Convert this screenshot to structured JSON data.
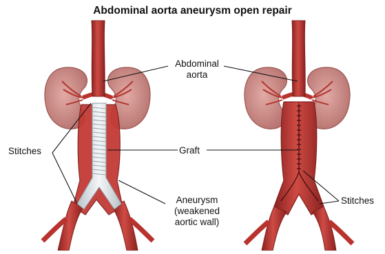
{
  "title": "Abdominal aorta aneurysm open repair",
  "labels": {
    "abdominal_aorta_line1": "Abdominal",
    "abdominal_aorta_line2": "aorta",
    "stitches_left": "Stitches",
    "graft": "Graft",
    "aneurysm_line1": "Aneurysm",
    "aneurysm_line2": "(weakened",
    "aneurysm_line3": "aortic wall)",
    "stitches_right": "Stitches"
  },
  "colors": {
    "artery": "#b8322e",
    "artery_dark": "#7e1d1c",
    "kidney": "#c98a86",
    "kidney_dark": "#9a5552",
    "graft": "#e6ecef",
    "graft_rib": "#9aa6ad",
    "leader_line": "#111111"
  }
}
